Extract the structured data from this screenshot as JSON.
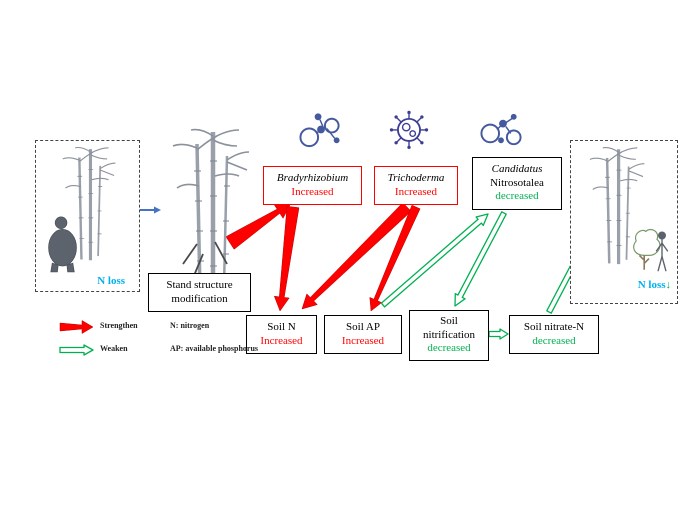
{
  "panels": {
    "left": {
      "label": "N loss"
    },
    "right": {
      "label": "N loss",
      "down_arrow": "↓"
    }
  },
  "stand": {
    "line1": "Stand structure",
    "line2": "modification"
  },
  "boxes": {
    "bradyrhizobium": {
      "name": "Bradyrhizobium",
      "status": "Increased"
    },
    "trichoderma": {
      "name": "Trichoderma",
      "status": "Increased"
    },
    "candidatus": {
      "genus": "Candidatus",
      "species": "Nitrosotalea",
      "status": "decreased"
    },
    "soil_n": {
      "name": "Soil N",
      "status": "Increased"
    },
    "soil_ap": {
      "name": "Soil AP",
      "status": "Increased"
    },
    "nitrification": {
      "line1": "Soil",
      "line2": "nitrification",
      "status": "decreased"
    },
    "nitrate": {
      "name": "Soil nitrate-N",
      "status": "decreased"
    }
  },
  "legend": {
    "strengthen": "Strengthen",
    "weaken": "Weaken",
    "n_def": "N: nitrogen",
    "ap_def": "AP: available phosphorus"
  },
  "icons": {
    "left_microbe": "bacteria-cluster-icon",
    "middle_microbe": "spiky-spore-icon",
    "right_microbe": "archaea-cluster-icon"
  },
  "colors": {
    "increase": "#FF0000",
    "decrease": "#00B050",
    "n_loss": "#00B0F0",
    "link": "#4472C4"
  }
}
